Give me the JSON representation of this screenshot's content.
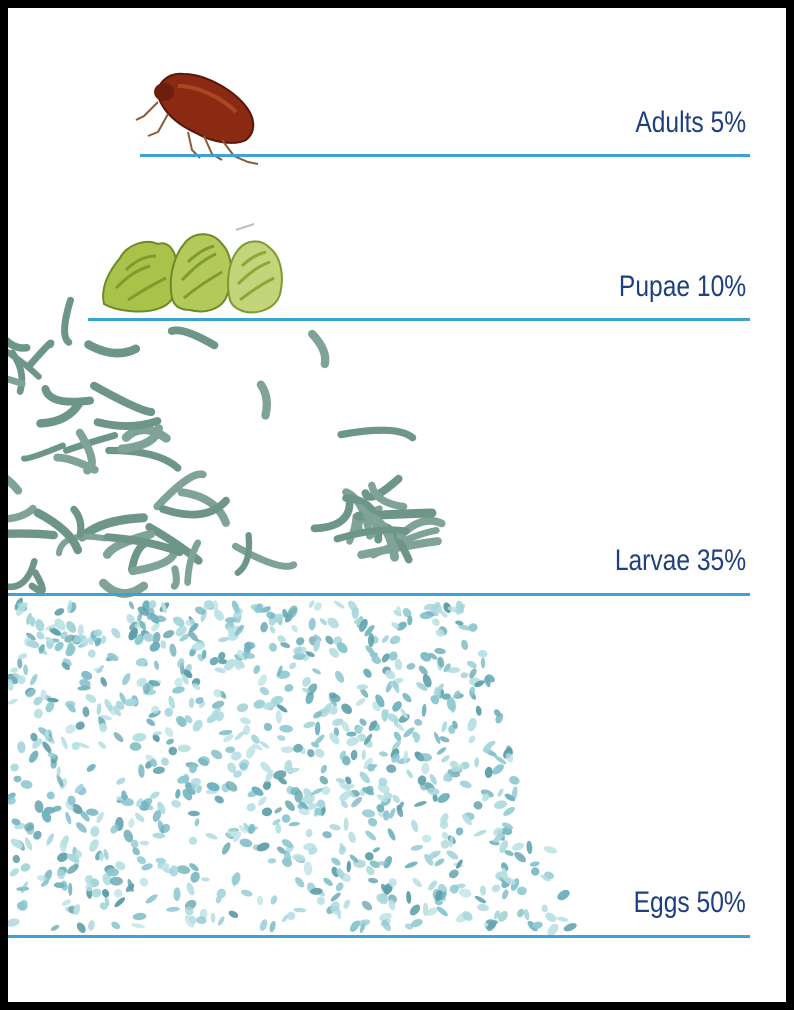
{
  "stages": [
    {
      "label": "Adults 5%",
      "percent": 5
    },
    {
      "label": "Pupae 10%",
      "percent": 10
    },
    {
      "label": "Larvae 35%",
      "percent": 35
    },
    {
      "label": "Eggs 50%",
      "percent": 50
    }
  ],
  "colors": {
    "background": "#ffffff",
    "line": "#3ea3d4",
    "label": "#1e3f80",
    "adult": "#8b2a12",
    "pupae": "#a9c24a",
    "larvae": "#6e9688",
    "eggs": "#8cc7cf"
  },
  "icons": [
    "flea-adult-icon",
    "pupae-cocoon-icon",
    "larvae-icon",
    "eggs-icon"
  ]
}
